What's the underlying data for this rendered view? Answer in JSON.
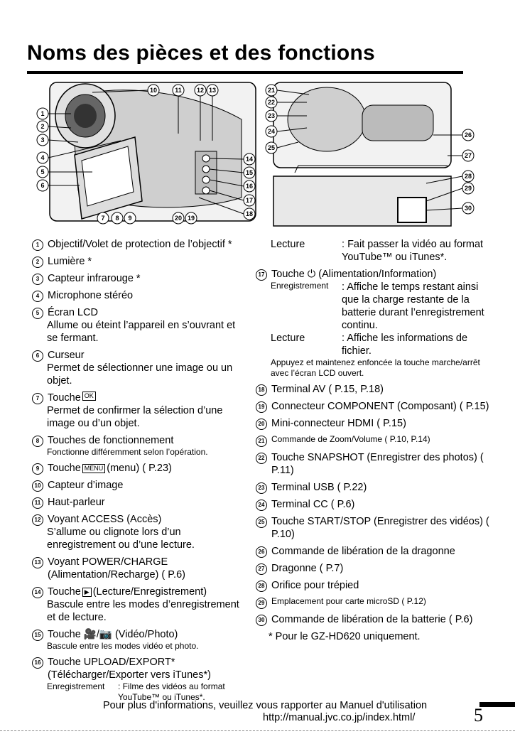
{
  "title": "Noms des pièces et des fonctions",
  "figure": {
    "callouts": [
      "1",
      "2",
      "3",
      "4",
      "5",
      "6",
      "7",
      "8",
      "9",
      "10",
      "11",
      "12",
      "13",
      "14",
      "15",
      "16",
      "17",
      "18",
      "19",
      "20",
      "21",
      "22",
      "23",
      "24",
      "25",
      "26",
      "27",
      "28",
      "29",
      "30"
    ]
  },
  "left_items": [
    {
      "num": "1",
      "text": "Objectif/Volet de protection de l’objectif *"
    },
    {
      "num": "2",
      "text": "Lumière *"
    },
    {
      "num": "3",
      "text": "Capteur infrarouge *"
    },
    {
      "num": "4",
      "text": "Microphone stéréo"
    },
    {
      "num": "5",
      "text": "Écran LCD",
      "desc": "Allume ou éteint l’appareil en s’ouvrant et se fermant."
    },
    {
      "num": "6",
      "text": "Curseur",
      "desc": "Permet de sélectionner une image ou un objet."
    },
    {
      "num": "7",
      "text": "Touche",
      "icon": "OK",
      "desc": "Permet de confirmer la sélection d’une image ou d’un objet."
    },
    {
      "num": "8",
      "text": "Touches de fonctionnement",
      "small": "Fonctionne différemment selon l’opération."
    },
    {
      "num": "9",
      "text": "Touche",
      "icon": "MENU",
      "after": "(menu) ( P.23)"
    },
    {
      "num": "10",
      "text": "Capteur d’image"
    },
    {
      "num": "11",
      "text": "Haut-parleur"
    },
    {
      "num": "12",
      "text": "Voyant ACCESS (Accès)",
      "desc": "S’allume ou clignote lors d’un enregistrement ou d’une lecture."
    },
    {
      "num": "13",
      "text": "Voyant POWER/CHARGE (Alimentation/Recharge) ( P.6)"
    },
    {
      "num": "14",
      "text": "Touche",
      "icon": "▶",
      "after": "(Lecture/Enregistrement)",
      "desc": "Bascule entre les modes d’enregistrement et de lecture."
    },
    {
      "num": "15",
      "text": "Touche",
      "icon": "🎥/📷",
      "after": "(Vidéo/Photo)",
      "small": "Bascule entre les modes vidéo et photo."
    },
    {
      "num": "16",
      "text": "Touche UPLOAD/EXPORT* (Télécharger/Exporter vers iTunes*)",
      "rowk": "Enregistrement",
      "rowv": "Filme des vidéos au format YouTube™ ou iTunes*."
    }
  ],
  "right_items": [
    {
      "lecture_k": "Lecture",
      "lecture_v": "Fait passer la vidéo au format YouTube™ ou iTunes*."
    },
    {
      "num": "17",
      "text": "Touche ⏻ (Alimentation/Information)",
      "rowk": "Enregistrement",
      "rowv": "Affiche le temps restant ainsi que la charge restante de la batterie durant l’enregistrement continu.",
      "rowk2": "Lecture",
      "rowv2": "Affiche les informations de fichier.",
      "small": "Appuyez et maintenez enfoncée la touche marche/arrêt avec l’écran LCD ouvert."
    },
    {
      "num": "18",
      "text": "Terminal AV ( P.15, P.18)"
    },
    {
      "num": "19",
      "text": "Connecteur COMPONENT (Composant) ( P.15)"
    },
    {
      "num": "20",
      "text": "Mini-connecteur HDMI ( P.15)"
    },
    {
      "num": "21",
      "text": "Commande de Zoom/Volume ( P.10, P.14)"
    },
    {
      "num": "22",
      "text": "Touche SNAPSHOT (Enregistrer des photos) ( P.11)"
    },
    {
      "num": "23",
      "text": "Terminal USB ( P.22)"
    },
    {
      "num": "24",
      "text": "Terminal CC ( P.6)"
    },
    {
      "num": "25",
      "text": "Touche START/STOP (Enregistrer des vidéos) ( P.10)"
    },
    {
      "num": "26",
      "text": "Commande de libération de la dragonne"
    },
    {
      "num": "27",
      "text": "Dragonne ( P.7)"
    },
    {
      "num": "28",
      "text": "Orifice pour trépied"
    },
    {
      "num": "29",
      "text": "Emplacement pour carte microSD ( P.12)"
    },
    {
      "num": "30",
      "text": "Commande de libération de la batterie ( P.6)"
    }
  ],
  "footnote": "*  Pour le GZ-HD620 uniquement.",
  "footer": {
    "line1": "Pour plus d'informations, veuillez vous rapporter au Manuel d'utilisation",
    "line2": "http://manual.jvc.co.jp/index.html/",
    "page": "5"
  }
}
